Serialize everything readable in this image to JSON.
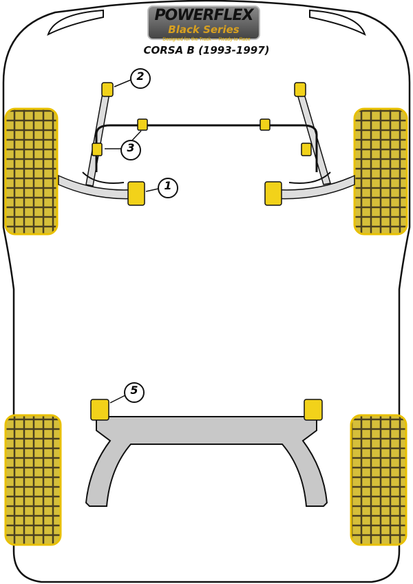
{
  "brand": {
    "name": "POWERFLEX",
    "series": "Black Series",
    "tagline": "Designed for the Track — Ready to Race"
  },
  "title": "CORSA B (1993-1997)",
  "callouts": [
    "1",
    "2",
    "3",
    "5"
  ],
  "colors": {
    "bush": "#f2d21a",
    "tyre": "#b89d2a",
    "body": "#111111",
    "subframe": "#c8c8c8"
  }
}
